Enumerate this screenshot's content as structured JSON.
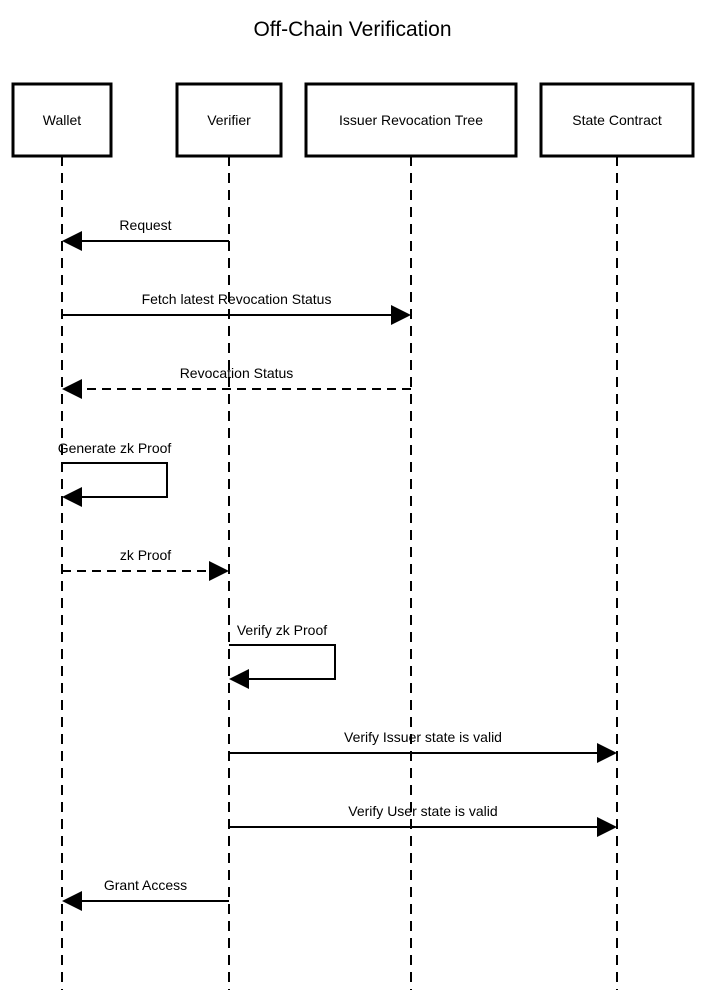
{
  "title": "Off-Chain Verification",
  "participants": [
    {
      "id": "wallet",
      "label": "Wallet"
    },
    {
      "id": "verifier",
      "label": "Verifier"
    },
    {
      "id": "tree",
      "label": "Issuer Revocation Tree"
    },
    {
      "id": "state",
      "label": "State Contract"
    }
  ],
  "messages": [
    {
      "label": "Request",
      "from": "verifier",
      "to": "wallet",
      "style": "solid"
    },
    {
      "label": "Fetch latest Revocation Status",
      "from": "wallet",
      "to": "tree",
      "style": "solid"
    },
    {
      "label": "Revocation Status",
      "from": "tree",
      "to": "wallet",
      "style": "dashed"
    },
    {
      "label": "Generate zk Proof",
      "from": "wallet",
      "to": "wallet",
      "style": "solid"
    },
    {
      "label": "zk Proof",
      "from": "wallet",
      "to": "verifier",
      "style": "dashed"
    },
    {
      "label": "Verify zk Proof",
      "from": "verifier",
      "to": "verifier",
      "style": "solid"
    },
    {
      "label": "Verify Issuer state is valid",
      "from": "verifier",
      "to": "state",
      "style": "solid"
    },
    {
      "label": "Verify User state is valid",
      "from": "verifier",
      "to": "state",
      "style": "solid"
    },
    {
      "label": "Grant Access",
      "from": "verifier",
      "to": "wallet",
      "style": "solid"
    }
  ]
}
